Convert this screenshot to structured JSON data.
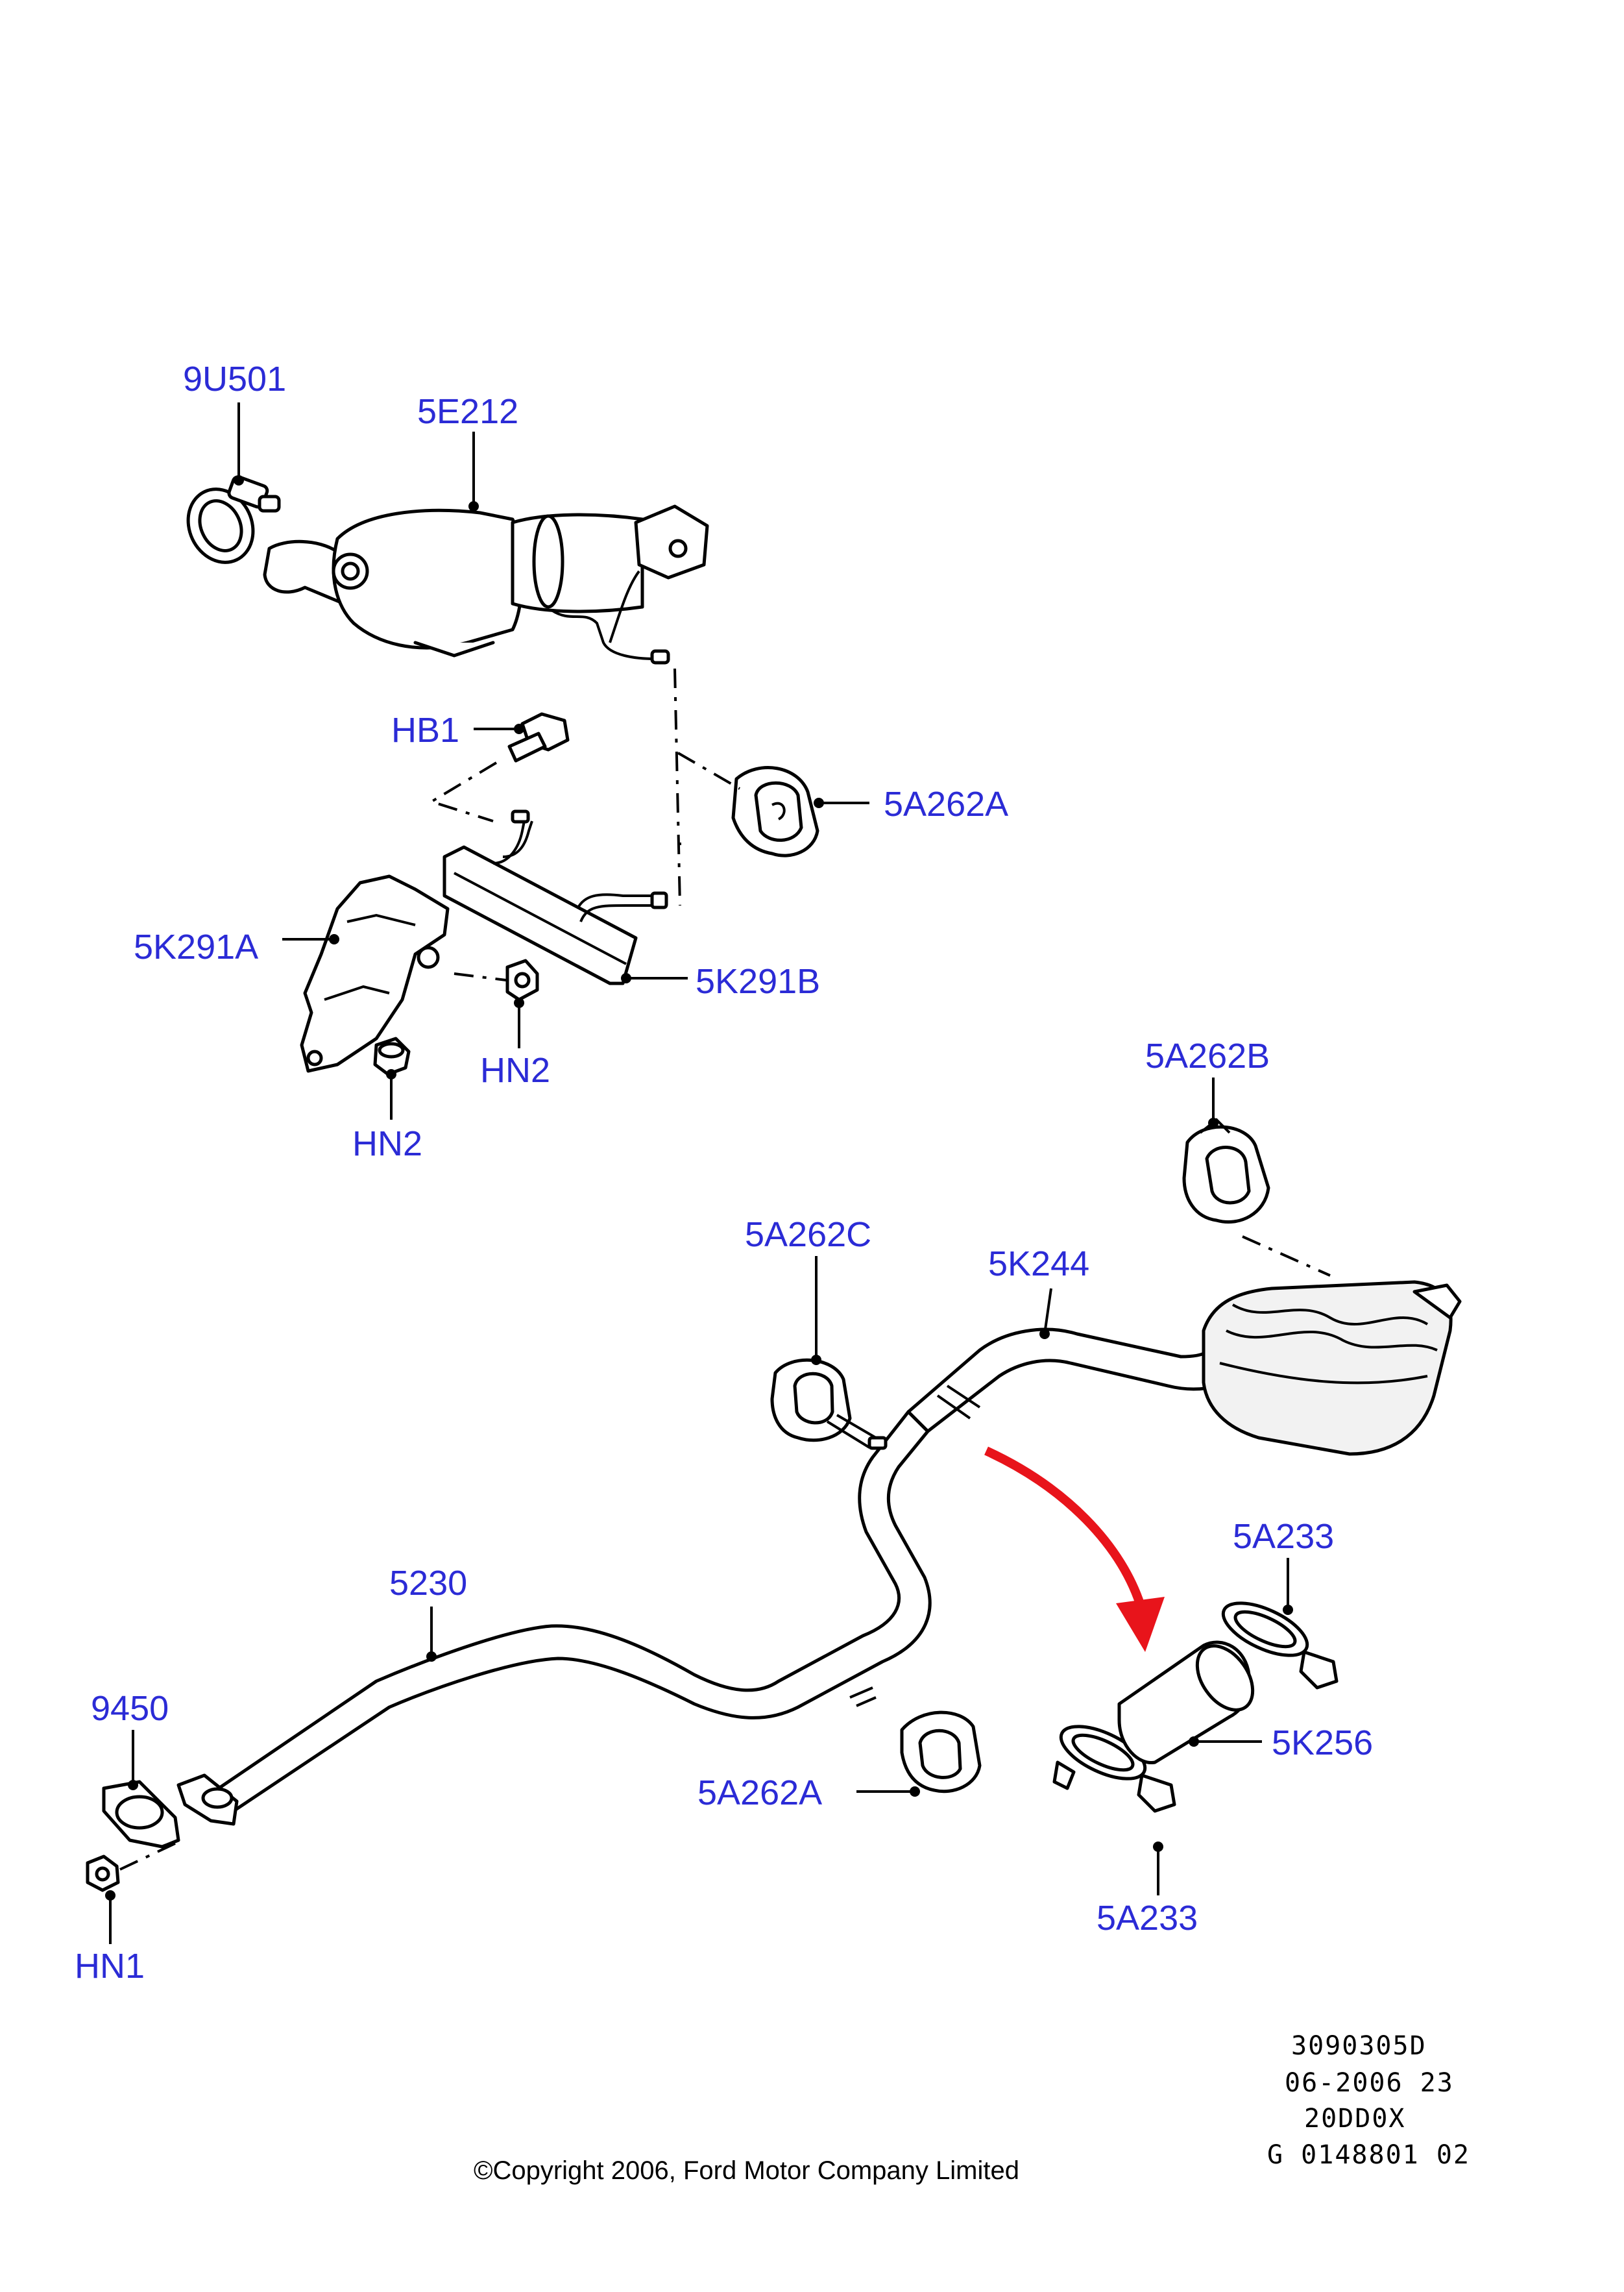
{
  "callouts": {
    "c_9u501": "9U501",
    "c_5e212": "5E212",
    "c_hb1": "HB1",
    "c_5a262a_top": "5A262A",
    "c_5k291a": "5K291A",
    "c_5k291b": "5K291B",
    "c_hn2_right": "HN2",
    "c_hn2_left": "HN2",
    "c_5a262b": "5A262B",
    "c_5a262c": "5A262C",
    "c_5k244": "5K244",
    "c_5230": "5230",
    "c_5a233_top": "5A233",
    "c_9450": "9450",
    "c_5k256": "5K256",
    "c_5a262a_bottom": "5A262A",
    "c_5a233_bottom": "5A233",
    "c_hn1": "HN1"
  },
  "reference": {
    "line1": "3090305D",
    "line2": "06-2006 23",
    "line3": "20DD0X",
    "line4": "G 0148801 02"
  },
  "copyright": "©Copyright 2006, Ford Motor Company Limited",
  "colors": {
    "callout_text": "#2b2bd6",
    "arrow": "#e8141b"
  }
}
